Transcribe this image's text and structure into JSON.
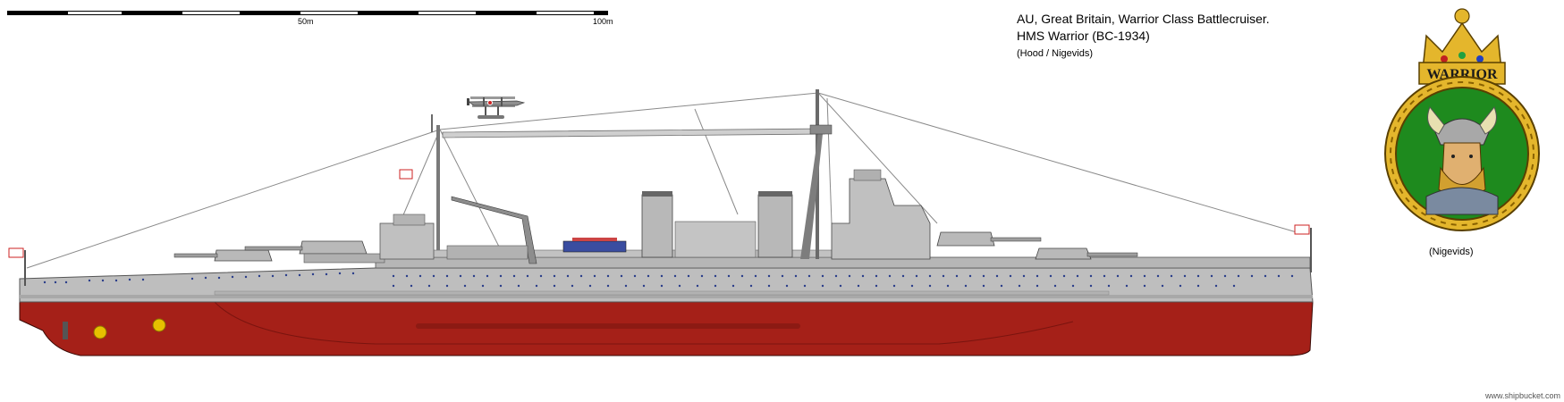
{
  "scale_bar": {
    "mid_label": "50m",
    "end_label": "100m"
  },
  "title": {
    "line1": "AU, Great Britain, Warrior Class Battlecruiser.",
    "line2": "HMS Warrior (BC-1934)",
    "credit": "(Hood / Nigevids)"
  },
  "crest": {
    "ship_name": "WARRIOR",
    "caption": "(Nigevids)"
  },
  "watermark": "www.shipbucket.com",
  "colors": {
    "hull_grey": "#bebebe",
    "antifouling_red": "#a52018",
    "crest_green": "#1e8a1e",
    "rope_gold": "#e0b52a"
  }
}
